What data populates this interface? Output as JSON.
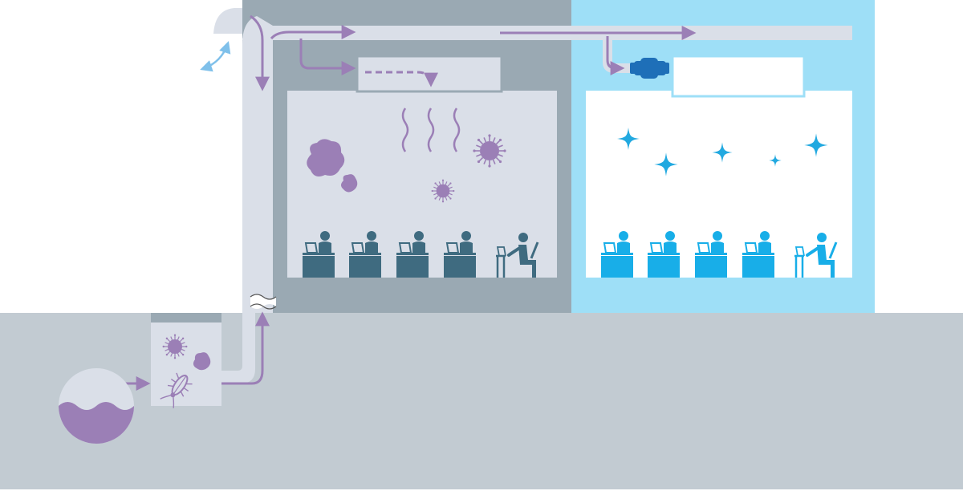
{
  "colors": {
    "background": "#ffffff",
    "ground": "#c2cbd2",
    "left_building": "#9aa9b3",
    "right_building": "#9edff7",
    "room_left": "#dadfe8",
    "room_right": "#ffffff",
    "duct": "#dadfe8",
    "contaminant": "#9b7fb6",
    "arrow": "#9b7fb6",
    "worker_left": "#3f6b80",
    "worker_right": "#18aee8",
    "filter_unit": "#1e6fb8",
    "sparkle": "#22a9e0",
    "vent_arrow": "#7fc0ea"
  },
  "diagram": {
    "left_room": {
      "workers": [
        {
          "type": "desk-worker"
        },
        {
          "type": "desk-worker"
        },
        {
          "type": "desk-worker"
        },
        {
          "type": "desk-worker"
        },
        {
          "type": "seated-worker"
        }
      ],
      "contaminants": [
        "dust-cloud-icon",
        "virus-icon",
        "odor-waves-icon"
      ]
    },
    "right_room": {
      "workers": [
        {
          "type": "desk-worker"
        },
        {
          "type": "desk-worker"
        },
        {
          "type": "desk-worker"
        },
        {
          "type": "desk-worker"
        },
        {
          "type": "seated-worker"
        }
      ],
      "sparkles": 5
    },
    "icons": [
      "water-tank-icon",
      "cockroach-icon",
      "virus-icon",
      "dust-icon",
      "air-filter-unit-icon",
      "sparkle-icon",
      "exhaust-hood-icon",
      "pipe-break-icon"
    ]
  }
}
